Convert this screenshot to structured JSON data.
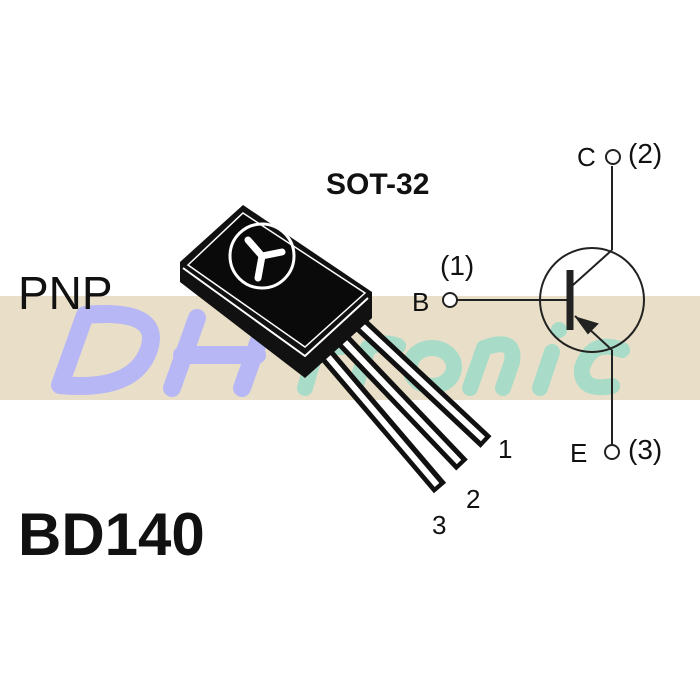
{
  "package_name": "SOT-32",
  "polarity": "PNP",
  "part_number": "BD140",
  "watermark": "DHtronic",
  "pins": {
    "base": "B",
    "base_num": "(1)",
    "collector": "C",
    "collector_num": "(2)",
    "emitter": "E",
    "emitter_num": "(3)"
  },
  "lead_labels": [
    "1",
    "2",
    "3"
  ]
}
